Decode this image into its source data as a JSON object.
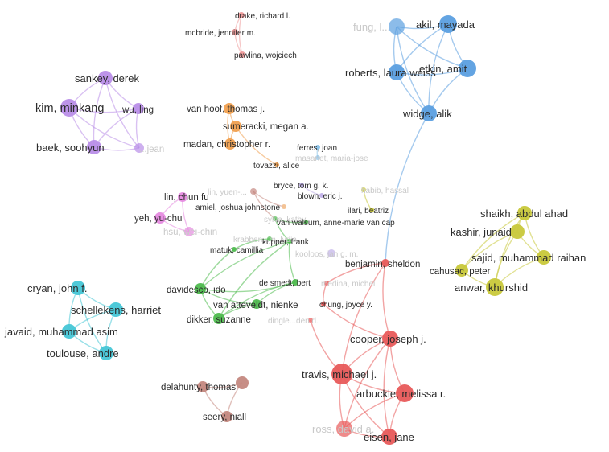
{
  "clusters": {
    "red": "#e85a5a",
    "blue": "#5b9fe0",
    "purple": "#b98ee8",
    "orange": "#f0a050",
    "green": "#4fbb4f",
    "cyan": "#45c6d6",
    "yellow": "#c8c83a",
    "pink": "#e68ae0",
    "brown": "#c48880",
    "salmon": "#ef9a9a",
    "lightblue": "#8ac2e8",
    "lavender": "#c0b0e8",
    "peach": "#f2c090"
  },
  "nodes": [
    {
      "id": "drake",
      "label": "drake, richard l.",
      "cluster": "salmon",
      "size": 4
    },
    {
      "id": "mcbride",
      "label": "mcbride, jennifer m.",
      "cluster": "salmon",
      "size": 4
    },
    {
      "id": "pawlina",
      "label": "pawlina, wojciech",
      "cluster": "salmon",
      "size": 4
    },
    {
      "id": "fung",
      "label": "fung, l...",
      "cluster": "blue",
      "size": 10,
      "faint": true
    },
    {
      "id": "akil",
      "label": "akil, mayada",
      "cluster": "blue",
      "size": 11
    },
    {
      "id": "roberts",
      "label": "roberts, laura weiss",
      "cluster": "blue",
      "size": 10
    },
    {
      "id": "etkin",
      "label": "etkin, amit",
      "cluster": "blue",
      "size": 11
    },
    {
      "id": "widge",
      "label": "widge, alik",
      "cluster": "blue",
      "size": 10
    },
    {
      "id": "sankey",
      "label": "sankey, derek",
      "cluster": "purple",
      "size": 9
    },
    {
      "id": "kim",
      "label": "kim, minkang",
      "cluster": "purple",
      "size": 11
    },
    {
      "id": "wu",
      "label": "wu, ling",
      "cluster": "purple",
      "size": 7
    },
    {
      "id": "baek",
      "label": "baek, soohyun",
      "cluster": "purple",
      "size": 9
    },
    {
      "id": "jean",
      "label": "...jean",
      "cluster": "purple",
      "size": 6,
      "faint": true
    },
    {
      "id": "vanhoof",
      "label": "van hoof, thomas j.",
      "cluster": "orange",
      "size": 7
    },
    {
      "id": "sumeracki",
      "label": "sumeracki, megan a.",
      "cluster": "orange",
      "size": 7
    },
    {
      "id": "madan",
      "label": "madan, christopher r.",
      "cluster": "orange",
      "size": 7
    },
    {
      "id": "tovazzi",
      "label": "tovazzi, alice",
      "cluster": "orange",
      "size": 3
    },
    {
      "id": "ferres",
      "label": "ferres, joan",
      "cluster": "lightblue",
      "size": 3
    },
    {
      "id": "masanet",
      "label": "masanet, maria-jose",
      "cluster": "lightblue",
      "size": 3,
      "faint": true
    },
    {
      "id": "lin",
      "label": "lin, chun fu",
      "cluster": "pink",
      "size": 6
    },
    {
      "id": "yeh",
      "label": "yeh, yu-chu",
      "cluster": "pink",
      "size": 7
    },
    {
      "id": "hsu",
      "label": "hsu, wei-chin",
      "cluster": "pink",
      "size": 6,
      "faint": true
    },
    {
      "id": "lin2",
      "label": "lin, yuen-...",
      "cluster": "brown",
      "size": 4,
      "faint": true
    },
    {
      "id": "bryce",
      "label": "bryce, tom g. k.",
      "cluster": "lavender",
      "size": 3
    },
    {
      "id": "habib",
      "label": "habib, hassal",
      "cluster": "yellow",
      "size": 3,
      "faint": true
    },
    {
      "id": "blown",
      "label": "blown, eric j.",
      "cluster": "lavender",
      "size": 3
    },
    {
      "id": "amiel",
      "label": "amiel, joshua johnstone",
      "cluster": "peach",
      "size": 3
    },
    {
      "id": "ilari",
      "label": "ilari, beatriz",
      "cluster": "yellow",
      "size": 3
    },
    {
      "id": "sylva",
      "label": "sylva, kathy",
      "cluster": "green",
      "size": 3,
      "faint": true
    },
    {
      "id": "vanwalsum",
      "label": "van walsum, anne-marie van cap",
      "cluster": "green",
      "size": 3
    },
    {
      "id": "krabben",
      "label": "krabben...m, lydia",
      "cluster": "green",
      "size": 3,
      "faint": true
    },
    {
      "id": "kooloos",
      "label": "kooloos, jan g. m.",
      "cluster": "lavender",
      "size": 5,
      "faint": true
    },
    {
      "id": "kupper",
      "label": "kupper, frank",
      "cluster": "green",
      "size": 3
    },
    {
      "id": "matuk",
      "label": "matuk, camillia",
      "cluster": "green",
      "size": 3
    },
    {
      "id": "davidesco",
      "label": "davidesco, ido",
      "cluster": "green",
      "size": 7
    },
    {
      "id": "desmedt",
      "label": "de smedt, bert",
      "cluster": "green",
      "size": 4
    },
    {
      "id": "vanatteveldt",
      "label": "van atteveldt, nienke",
      "cluster": "green",
      "size": 6
    },
    {
      "id": "dikker",
      "label": "dikker, suzanne",
      "cluster": "green",
      "size": 7
    },
    {
      "id": "benjamin",
      "label": "benjamin, sheldon",
      "cluster": "red",
      "size": 5
    },
    {
      "id": "medina",
      "label": "medina, michel",
      "cluster": "red",
      "size": 3,
      "faint": true
    },
    {
      "id": "chung",
      "label": "chung, joyce y.",
      "cluster": "red",
      "size": 3
    },
    {
      "id": "dingle",
      "label": "dingle...den d.",
      "cluster": "red",
      "size": 3,
      "faint": true
    },
    {
      "id": "cooper",
      "label": "cooper, joseph j.",
      "cluster": "red",
      "size": 10
    },
    {
      "id": "travis",
      "label": "travis, michael j.",
      "cluster": "red",
      "size": 13
    },
    {
      "id": "arbuckle",
      "label": "arbuckle, melissa r.",
      "cluster": "red",
      "size": 11
    },
    {
      "id": "ross",
      "label": "ross, david a.",
      "cluster": "red",
      "size": 10,
      "faint": true
    },
    {
      "id": "eisen",
      "label": "eisen, jane",
      "cluster": "red",
      "size": 10
    },
    {
      "id": "shaikh",
      "label": "shaikh, abdul ahad",
      "cluster": "yellow",
      "size": 9
    },
    {
      "id": "kashir",
      "label": "kashir, junaid",
      "cluster": "yellow",
      "size": 9
    },
    {
      "id": "sajid",
      "label": "sajid, muhammad raihan",
      "cluster": "yellow",
      "size": 9
    },
    {
      "id": "cahusac",
      "label": "cahusac, peter",
      "cluster": "yellow",
      "size": 8
    },
    {
      "id": "anwar",
      "label": "anwar, khurshid",
      "cluster": "yellow",
      "size": 11
    },
    {
      "id": "cryan",
      "label": "cryan, john f.",
      "cluster": "cyan",
      "size": 9
    },
    {
      "id": "schellekens",
      "label": "schellekens, harriet",
      "cluster": "cyan",
      "size": 9
    },
    {
      "id": "javaid",
      "label": "javaid, muhammad asim",
      "cluster": "cyan",
      "size": 9
    },
    {
      "id": "toulouse",
      "label": "toulouse, andre",
      "cluster": "cyan",
      "size": 9
    },
    {
      "id": "delahunty",
      "label": "delahunty, thomas",
      "cluster": "brown",
      "size": 7
    },
    {
      "id": "brown2",
      "label": "",
      "cluster": "brown",
      "size": 8
    },
    {
      "id": "seery",
      "label": "seery, niall",
      "cluster": "brown",
      "size": 7
    }
  ],
  "edges": [
    [
      "drake",
      "mcbride"
    ],
    [
      "drake",
      "pawlina"
    ],
    [
      "mcbride",
      "pawlina"
    ],
    [
      "fung",
      "akil"
    ],
    [
      "fung",
      "roberts"
    ],
    [
      "fung",
      "etkin"
    ],
    [
      "fung",
      "widge"
    ],
    [
      "akil",
      "roberts"
    ],
    [
      "akil",
      "etkin"
    ],
    [
      "akil",
      "widge"
    ],
    [
      "roberts",
      "etkin"
    ],
    [
      "roberts",
      "widge"
    ],
    [
      "etkin",
      "widge"
    ],
    [
      "widge",
      "benjamin"
    ],
    [
      "sankey",
      "kim"
    ],
    [
      "sankey",
      "wu"
    ],
    [
      "sankey",
      "baek"
    ],
    [
      "sankey",
      "jean"
    ],
    [
      "kim",
      "wu"
    ],
    [
      "kim",
      "baek"
    ],
    [
      "kim",
      "jean"
    ],
    [
      "wu",
      "baek"
    ],
    [
      "wu",
      "jean"
    ],
    [
      "baek",
      "jean"
    ],
    [
      "vanhoof",
      "sumeracki"
    ],
    [
      "vanhoof",
      "madan"
    ],
    [
      "sumeracki",
      "madan"
    ],
    [
      "sumeracki",
      "tovazzi"
    ],
    [
      "ferres",
      "masanet"
    ],
    [
      "lin",
      "yeh"
    ],
    [
      "lin",
      "hsu"
    ],
    [
      "yeh",
      "hsu"
    ],
    [
      "lin2",
      "amiel"
    ],
    [
      "lin2",
      "sylva"
    ],
    [
      "bryce",
      "blown"
    ],
    [
      "habib",
      "ilari"
    ],
    [
      "sylva",
      "vanwalsum"
    ],
    [
      "sylva",
      "kupper"
    ],
    [
      "kupper",
      "davidesco"
    ],
    [
      "kupper",
      "dikker"
    ],
    [
      "kupper",
      "desmedt"
    ],
    [
      "krabben",
      "matuk"
    ],
    [
      "matuk",
      "davidesco"
    ],
    [
      "davidesco",
      "vanatteveldt"
    ],
    [
      "davidesco",
      "dikker"
    ],
    [
      "davidesco",
      "desmedt"
    ],
    [
      "desmedt",
      "vanatteveldt"
    ],
    [
      "vanatteveldt",
      "dikker"
    ],
    [
      "desmedt",
      "dikker"
    ],
    [
      "benjamin",
      "medina"
    ],
    [
      "benjamin",
      "cooper"
    ],
    [
      "benjamin",
      "travis"
    ],
    [
      "medina",
      "chung"
    ],
    [
      "chung",
      "cooper"
    ],
    [
      "dingle",
      "travis"
    ],
    [
      "cooper",
      "travis"
    ],
    [
      "cooper",
      "arbuckle"
    ],
    [
      "cooper",
      "eisen"
    ],
    [
      "cooper",
      "ross"
    ],
    [
      "travis",
      "arbuckle"
    ],
    [
      "travis",
      "ross"
    ],
    [
      "travis",
      "eisen"
    ],
    [
      "arbuckle",
      "ross"
    ],
    [
      "arbuckle",
      "eisen"
    ],
    [
      "ross",
      "eisen"
    ],
    [
      "shaikh",
      "kashir"
    ],
    [
      "shaikh",
      "sajid"
    ],
    [
      "shaikh",
      "anwar"
    ],
    [
      "shaikh",
      "cahusac"
    ],
    [
      "kashir",
      "sajid"
    ],
    [
      "kashir",
      "anwar"
    ],
    [
      "kashir",
      "cahusac"
    ],
    [
      "sajid",
      "anwar"
    ],
    [
      "cahusac",
      "anwar"
    ],
    [
      "cryan",
      "schellekens"
    ],
    [
      "cryan",
      "javaid"
    ],
    [
      "cryan",
      "toulouse"
    ],
    [
      "schellekens",
      "javaid"
    ],
    [
      "schellekens",
      "toulouse"
    ],
    [
      "javaid",
      "toulouse"
    ],
    [
      "delahunty",
      "brown2"
    ],
    [
      "delahunty",
      "seery"
    ],
    [
      "brown2",
      "seery"
    ]
  ]
}
